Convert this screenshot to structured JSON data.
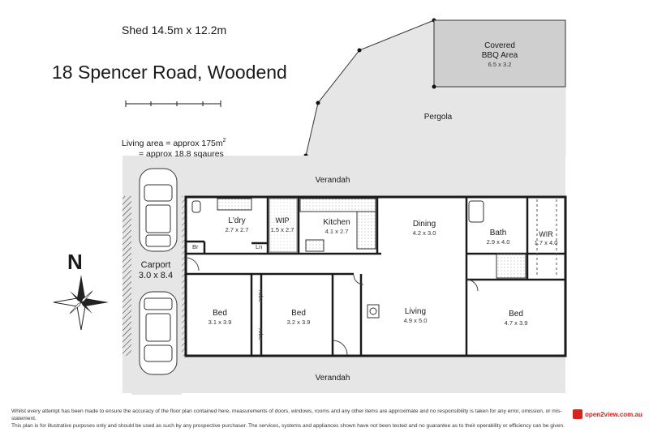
{
  "header": {
    "shed": "Shed 14.5m x 12.2m",
    "address": "18 Spencer Road, Woodend",
    "living_area_line1": "Living area = approx 175m",
    "living_area_sup": "2",
    "living_area_line2": "= approx 18.8 sqaures"
  },
  "compass": {
    "north_label": "N"
  },
  "outdoor": {
    "covered_bbq": {
      "name": "Covered",
      "name2": "BBQ Area",
      "dim": "6.5 x 3.2"
    },
    "pergola": "Pergola",
    "verandah_top": "Verandah",
    "verandah_bottom": "Verandah",
    "carport": {
      "name": "Carport",
      "dim": "3.0 x 8.4"
    }
  },
  "rooms": {
    "laundry": {
      "name": "L'dry",
      "dim": "2.7 x 2.7"
    },
    "wip": {
      "name": "WIP",
      "dim": "1.5 x 2.7"
    },
    "kitchen": {
      "name": "Kitchen",
      "dim": "4.1 x 2.7"
    },
    "dining": {
      "name": "Dining",
      "dim": "4.2 x 3.0"
    },
    "bath": {
      "name": "Bath",
      "dim": "2.9 x 4.0"
    },
    "wir": {
      "name": "WIR",
      "dim": "1.7 x 4.0"
    },
    "bed1": {
      "name": "Bed",
      "dim": "3.1 x 3.9"
    },
    "bed2": {
      "name": "Bed",
      "dim": "3.2 x 3.9"
    },
    "living": {
      "name": "Living",
      "dim": "4.9 x 5.0"
    },
    "bed3": {
      "name": "Bed",
      "dim": "4.7 x 3.9"
    },
    "br": "Br",
    "ln": "Ln",
    "robe_top": "robe",
    "robe_bottom": "robe"
  },
  "footer": {
    "disclaimer1": "Whilst every attempt has been made to ensure the accuracy of the floor plan contained here, measurements of doors, windows, rooms and any other items are approximate and no responsibility is taken for any error, omission, or mis-statement.",
    "disclaimer2": "This plan is for illustrative purposes only and should be used as such by any prospective purchaser. The services, systems and appliances shown have not been tested and no guarantee as to their operability or efficiency can be given.",
    "logo_text": "open2view.com.au"
  },
  "colors": {
    "wall": "#1a1a1a",
    "outdoor": "#e6e6e6",
    "bbq": "#cfcfcf",
    "accent": "#d9231d"
  }
}
